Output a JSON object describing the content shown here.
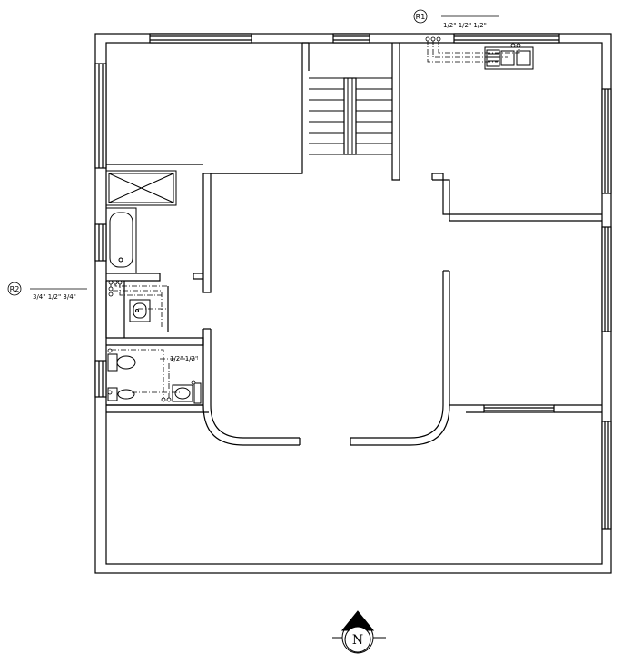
{
  "riser_r1": {
    "tag": "R1",
    "sizes": "1/2\"  1/2\"  1/2\""
  },
  "riser_r2": {
    "tag": "R2",
    "sizes": "3/4\"  1/2\"  3/4\""
  },
  "bath_pipe_sizes": "1/2\"  1/2\"",
  "compass": {
    "label": "N"
  }
}
